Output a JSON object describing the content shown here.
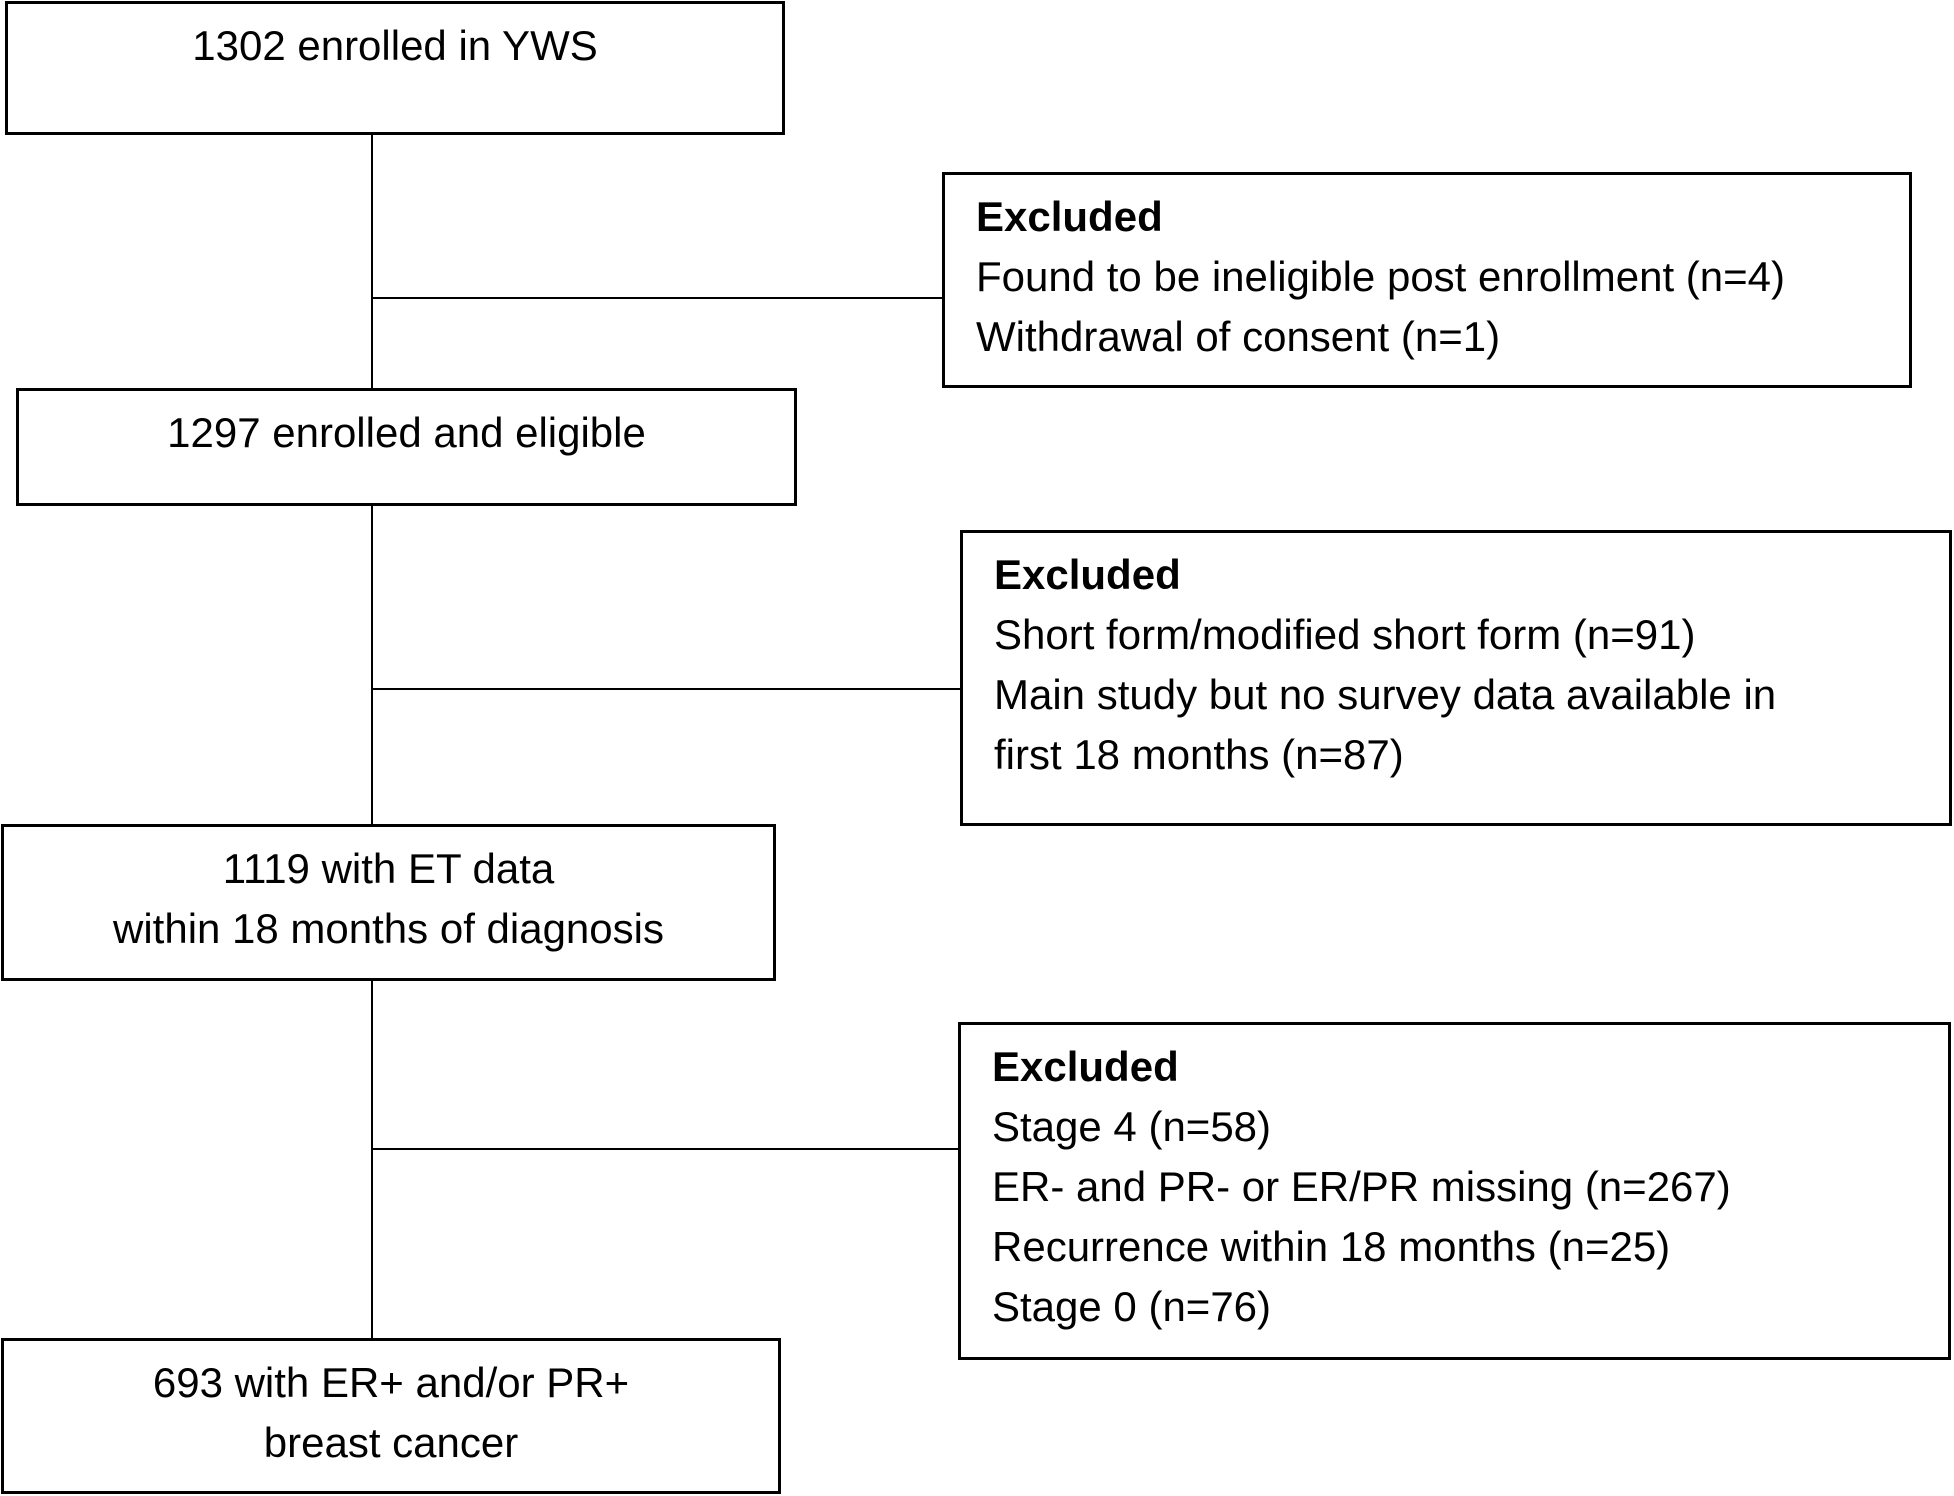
{
  "flowchart": {
    "step1": {
      "lines": [
        "1302 enrolled in YWS"
      ]
    },
    "exclusion1": {
      "heading": "Excluded",
      "items": [
        "Found to be ineligible post enrollment (n=4)",
        "Withdrawal of consent (n=1)"
      ]
    },
    "step2": {
      "lines": [
        "1297 enrolled and eligible"
      ]
    },
    "exclusion2": {
      "heading": "Excluded",
      "items": [
        "Short form/modified short form (n=91)",
        "Main study but no survey data available in",
        "first 18 months (n=87)"
      ]
    },
    "step3": {
      "lines": [
        "1119 with ET data",
        "within 18 months of diagnosis"
      ]
    },
    "exclusion3": {
      "heading": "Excluded",
      "items": [
        "Stage 4 (n=58)",
        "ER- and PR- or ER/PR missing (n=267)",
        "Recurrence within 18 months (n=25)",
        "Stage 0 (n=76)"
      ]
    },
    "step4": {
      "lines": [
        "693 with ER+ and/or PR+",
        "breast cancer"
      ]
    }
  },
  "colors": {
    "line": "#000000",
    "box_border": "#000000",
    "background": "#ffffff"
  }
}
